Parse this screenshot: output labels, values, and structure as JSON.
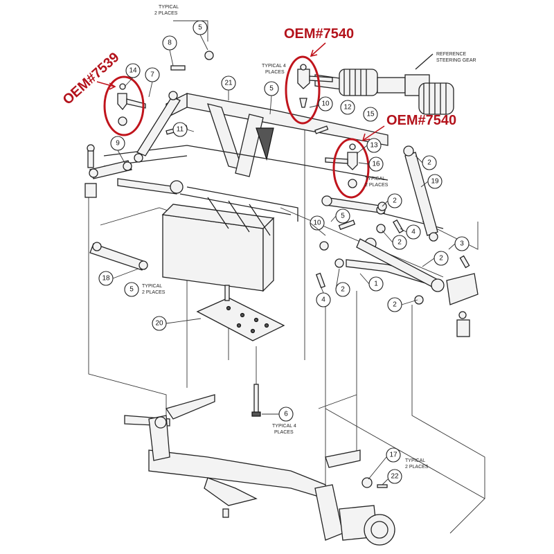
{
  "oem_labels": [
    {
      "id": "oem-7539",
      "text": "OEM#7539"
    },
    {
      "id": "oem-7540-top",
      "text": "OEM#7540"
    },
    {
      "id": "oem-7540-right",
      "text": "OEM#7540"
    }
  ],
  "notes": {
    "typical_2_places_top": [
      "TYPICAL",
      "2 PLACES"
    ],
    "typical_4_places_top": [
      "TYPICAL 4",
      "PLACES"
    ],
    "reference_steering_gear": [
      "REFERENCE",
      "STEERING GEAR"
    ],
    "typical_2_places_right": [
      "TYPICAL",
      "2 PLACES"
    ],
    "typical_2_places_left": [
      "TYPICAL",
      "2 PLACES"
    ],
    "typical_4_places_bottom": [
      "TYPICAL 4",
      "PLACES"
    ],
    "typical_2_places_bottom": [
      "TYPICAL",
      "2 PLACES"
    ]
  },
  "callouts": [
    "1",
    "2",
    "3",
    "4",
    "5",
    "6",
    "7",
    "8",
    "9",
    "10",
    "11",
    "12",
    "13",
    "14",
    "15",
    "16",
    "17",
    "18",
    "19",
    "20",
    "21",
    "22"
  ],
  "colors": {
    "annotation_red": "#b3121b"
  }
}
